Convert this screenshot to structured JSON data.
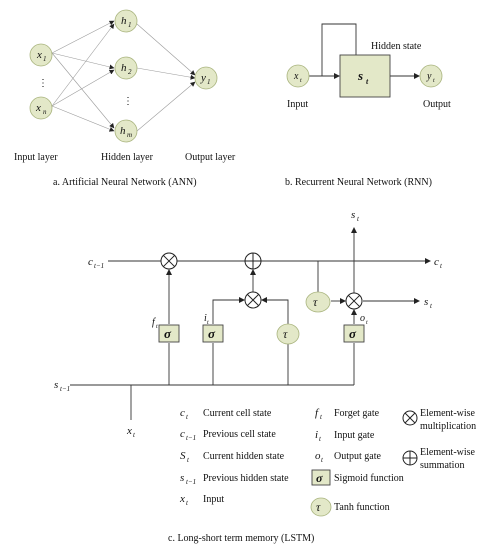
{
  "ann": {
    "nodes": {
      "x1": "x",
      "x1_sub": "1",
      "xn": "x",
      "xn_sub": "n",
      "h1": "h",
      "h1_sub": "1",
      "h2": "h",
      "h2_sub": "2",
      "hm": "h",
      "hm_sub": "m",
      "y1": "y",
      "y1_sub": "1"
    },
    "ellipsis": "⋮",
    "labels": {
      "input": "Input layer",
      "hidden": "Hidden layer",
      "output": "Output layer"
    },
    "caption": "a. Artificial Neural Network (ANN)"
  },
  "rnn": {
    "nodes": {
      "x": "x",
      "x_sub": "t",
      "s": "s",
      "s_sub": "t",
      "y": "y",
      "y_sub": "t"
    },
    "labels": {
      "hidden_state": "Hidden state",
      "input": "Input",
      "output": "Output"
    },
    "caption": "b. Recurrent Neural Network (RNN)"
  },
  "lstm": {
    "symbols": {
      "c_prev": "c",
      "c_prev_sub": "t−1",
      "c_t": "c",
      "c_t_sub": "t",
      "s_top": "s",
      "s_top_sub": "t",
      "s_out": "s",
      "s_out_sub": "t",
      "s_prev": "s",
      "s_prev_sub": "t−1",
      "x_t": "x",
      "x_t_sub": "t",
      "f_t": "f",
      "f_t_sub": "t",
      "i_t": "i",
      "i_t_sub": "t",
      "o_t": "o",
      "o_t_sub": "t",
      "sigma": "σ",
      "tau": "τ",
      "mult": "⊗",
      "plus": "⊕"
    },
    "legend": {
      "c_t_sym": "c",
      "c_t_sub": "t",
      "c_t_text": "Current cell state",
      "c_prev_sym": "c",
      "c_prev_sub": "t−1",
      "c_prev_text": "Previous  cell state",
      "s_t_sym": "S",
      "s_t_sub": "t",
      "s_t_text": "Current hidden state",
      "s_prev_sym": "s",
      "s_prev_sub": "t−1",
      "s_prev_text": "Previous hidden state",
      "x_t_sym": "x",
      "x_t_sub": "t",
      "x_t_text": "Input",
      "f_t_sym": "f",
      "f_t_sub": "t",
      "f_t_text": "Forget gate",
      "i_t_sym": "i",
      "i_t_sub": "t",
      "i_t_text": "Input gate",
      "o_t_sym": "o",
      "o_t_sub": "t",
      "o_t_text": "Output gate",
      "sigma_text": "Sigmoid function",
      "tau_text": "Tanh function",
      "mult_text_1": "Element-wise",
      "mult_text_2": "multiplication",
      "plus_text_1": "Element-wise",
      "plus_text_2": "summation"
    },
    "caption": "c. Long-short term memory (LSTM)"
  }
}
